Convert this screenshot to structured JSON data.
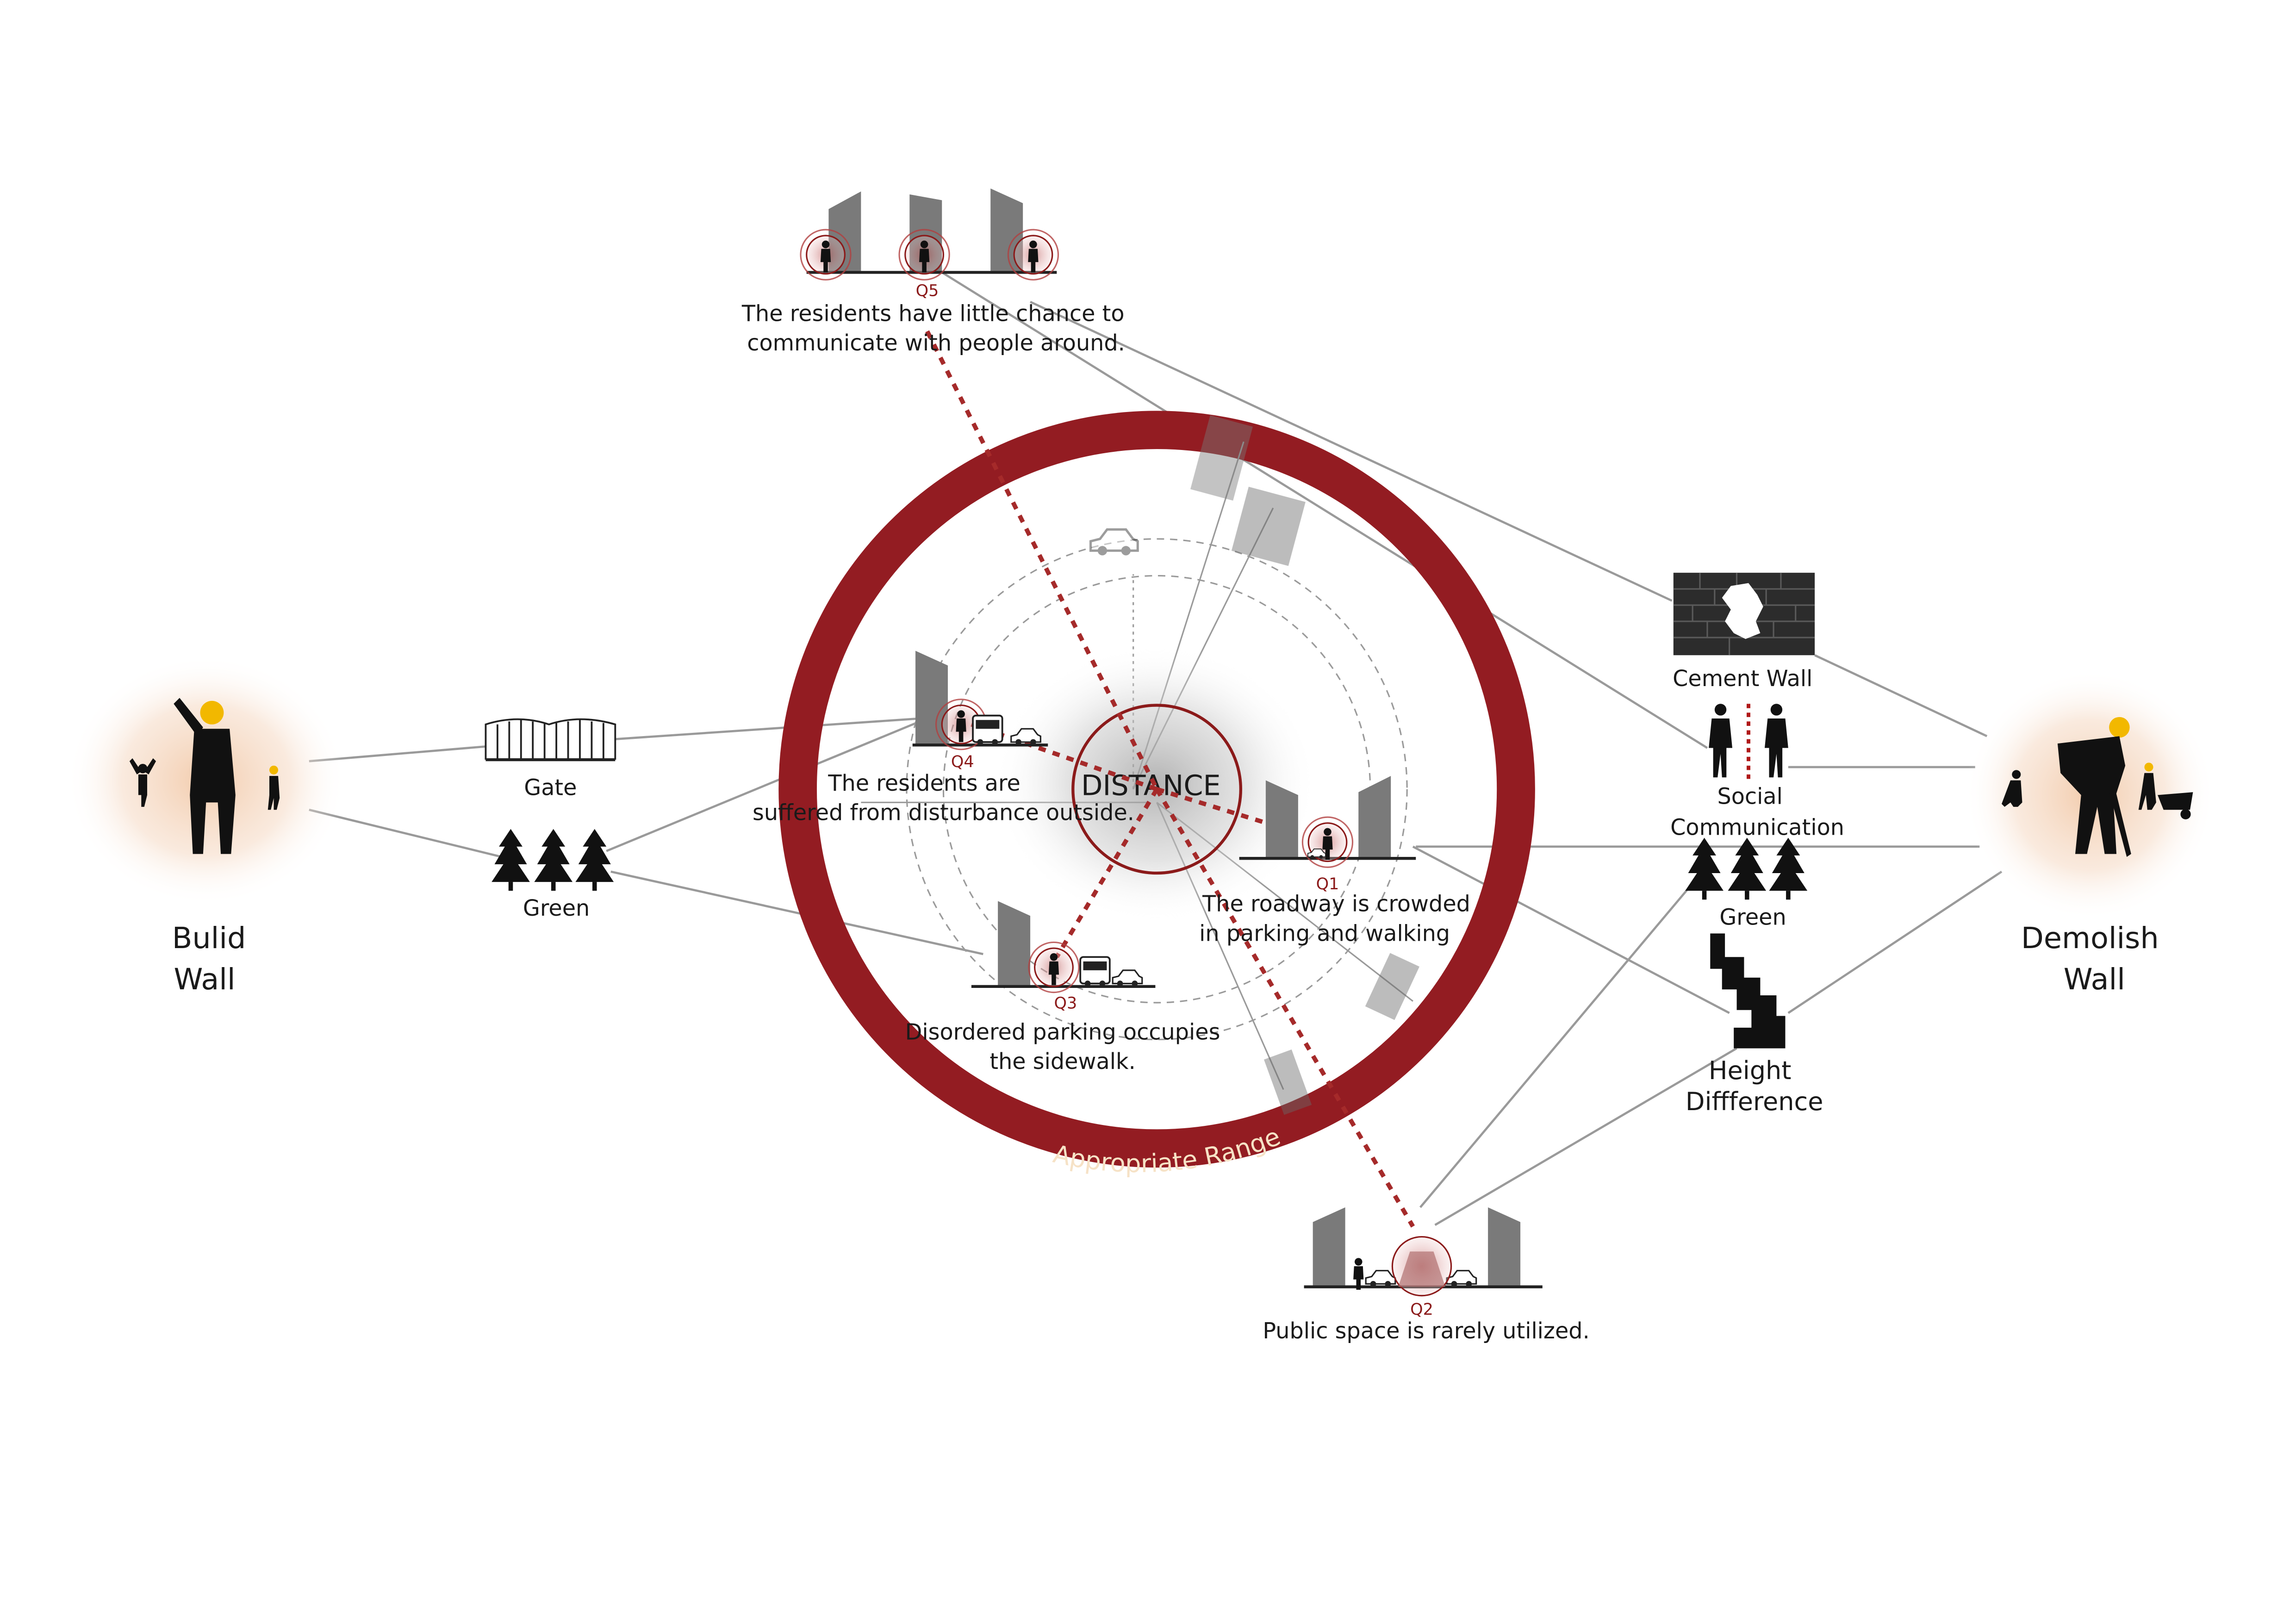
{
  "center": {
    "label": "DISTANCE"
  },
  "ring": {
    "label": "Appropriate Range",
    "color": "#931c22"
  },
  "left_pole": {
    "line1": "Bulid",
    "line2": "Wall"
  },
  "right_pole": {
    "line1": "Demolish",
    "line2": "Wall"
  },
  "left_items": {
    "gate": "Gate",
    "green": "Green"
  },
  "right_items": {
    "cement_wall": "Cement Wall",
    "social_line1": "Social",
    "social_line2": "Communication",
    "green": "Green",
    "height_line1": "Height",
    "height_line2": "Diffference"
  },
  "questions": {
    "q1": {
      "code": "Q1",
      "line1": "The roadway is crowded",
      "line2": "in parking and walking"
    },
    "q2": {
      "code": "Q2",
      "line1": "Public space is rarely utilized."
    },
    "q3": {
      "code": "Q3",
      "line1": "Disordered parking occupies",
      "line2": "the sidewalk."
    },
    "q4": {
      "code": "Q4",
      "line1": "The residents are",
      "line2": "suffered from disturbance outside."
    },
    "q5": {
      "code": "Q5",
      "line1": "The residents have little chance to",
      "line2": "communicate with people around."
    }
  },
  "icons": [
    "worker-icon",
    "gate-icon",
    "tree-icon",
    "brick-wall-icon",
    "people-icon",
    "stairs-icon",
    "car-icon",
    "bus-icon",
    "person-icon",
    "wall-panel-icon"
  ]
}
